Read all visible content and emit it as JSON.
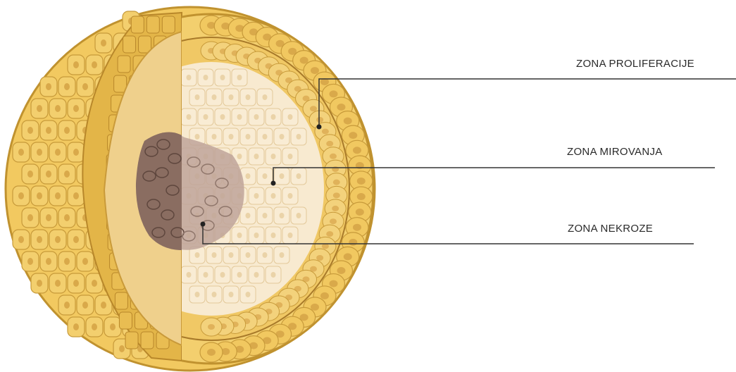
{
  "labels": {
    "proliferation": "ZONA PROLIFERACIJE",
    "quiescence": "ZONA MIROVANJA",
    "necrosis": "ZONA NEKROZE"
  },
  "colors": {
    "cell_fill": "#f3cf6e",
    "cell_edge": "#c79a3a",
    "nucleus": "#d9a94a",
    "quiescent_bg": "#f7e7c5",
    "necrotic": "#8b6e63",
    "line": "#333333"
  }
}
